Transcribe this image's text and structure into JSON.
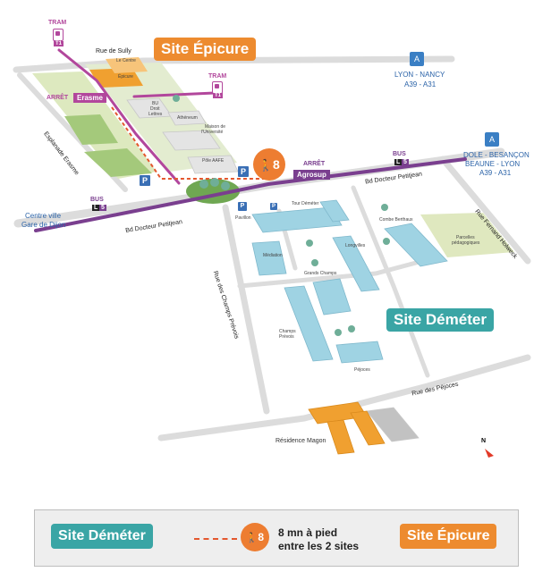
{
  "colors": {
    "epicure": "#ed8b2f",
    "demeter": "#3aa5a5",
    "transit": "#b2479c",
    "building_blue": "#9fd3e3",
    "building_orange": "#f0a030",
    "green_area": "#d8e6b6",
    "road": "#dcdcdc"
  },
  "sites": {
    "epicure": "Site Épicure",
    "demeter": "Site Déméter"
  },
  "transit": {
    "tram_top": {
      "label": "TRAM",
      "line": "T1"
    },
    "tram_mid": {
      "label": "TRAM",
      "line": "T1"
    },
    "stop_erasme": {
      "prefix": "ARRÊT",
      "name": "Erasme"
    },
    "stop_agrosup": {
      "prefix": "ARRÊT",
      "name": "Agrosup"
    },
    "bus_left": {
      "label": "BUS",
      "line": "L",
      "num": "5"
    },
    "bus_right": {
      "label": "BUS",
      "line": "L",
      "num": "5"
    }
  },
  "walk": {
    "value": "8"
  },
  "roads": {
    "sully": "Rue de Sully",
    "erasme": "Esplanade Erasme",
    "petitjean_left": "Bd Docteur Petitjean",
    "petitjean_right": "Bd Docteur Petitjean",
    "prevois": "Rue des Champs Prévois",
    "fernand": "Rue Fernand Holweck",
    "pejoces": "Rue des Péjoces"
  },
  "destinations": {
    "lyon_nancy_1": "LYON - NANCY",
    "lyon_nancy_2": "A39 - A31",
    "dole_1": "DOLE - BESANÇON",
    "dole_2": "BEAUNE - LYON",
    "dole_3": "A39 - A31",
    "gare_1": "Centre ville",
    "gare_2": "Gare de Dijon"
  },
  "buildings": {
    "le_centre": "Le Centre",
    "epicure_bldg": "Épicure",
    "bu_1": "BU",
    "bu_2": "Droit",
    "bu_3": "Lettres",
    "atheneum": "Athéneum",
    "maison_1": "Maison de",
    "maison_2": "l'Université",
    "pole": "Pôle AAFE",
    "pavillon": "Pavillon",
    "tour": "Tour Déméter",
    "mediation": "Médiation",
    "longvilles": "Longvilles",
    "combe": "Combe Berthaux",
    "parcelles_1": "Parcelles",
    "parcelles_2": "pédagogiques",
    "grands": "Grands Champs",
    "champs_1": "Champs",
    "champs_2": "Prévois",
    "pejoces": "Péjoces",
    "magon": "Résidence Magon"
  },
  "compass": "N",
  "parking": "P",
  "highway_icon": "A",
  "legend": {
    "demeter": "Site Déméter",
    "epicure": "Site Épicure",
    "walk_line1": "8 mn à pied",
    "walk_line2": "entre les 2 sites",
    "walk_value": "8"
  }
}
